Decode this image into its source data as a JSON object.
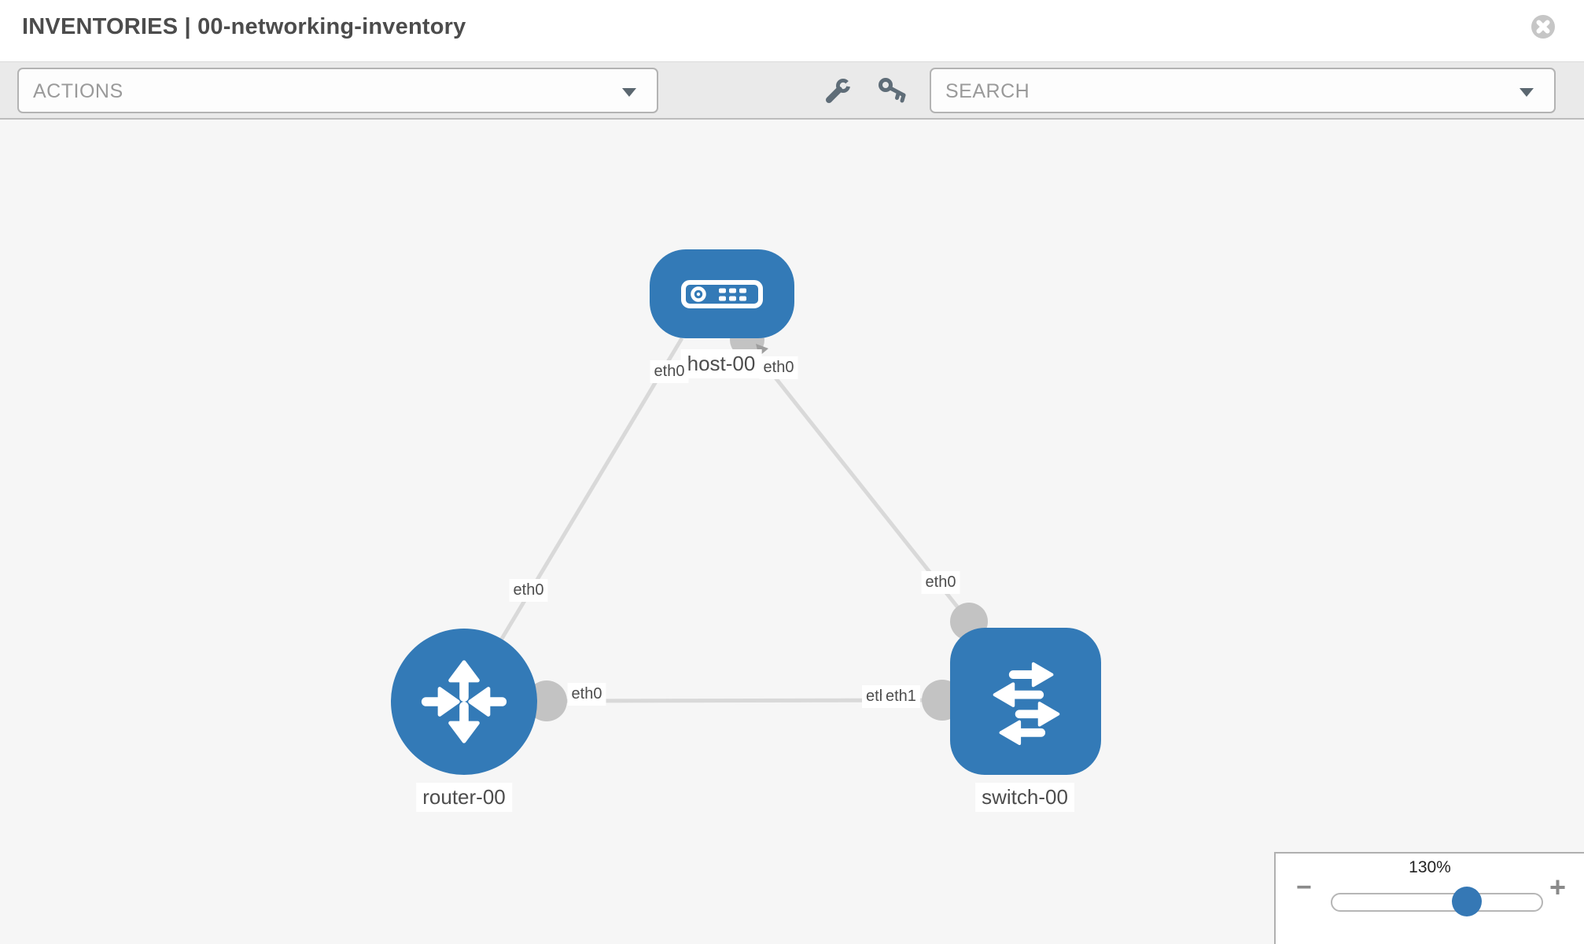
{
  "header": {
    "title": "INVENTORIES | 00-networking-inventory"
  },
  "toolbar": {
    "actions_dropdown": {
      "value": "ACTIONS"
    },
    "search_dropdown": {
      "value": "SEARCH"
    },
    "tools": [
      {
        "icon": "wrench-icon"
      },
      {
        "icon": "key-icon"
      }
    ]
  },
  "graph": {
    "nodes": [
      {
        "id": "host-00",
        "type": "host",
        "label": "host-00",
        "icon": "server-icon",
        "shape": "rounded-rect",
        "color": "#337ab7"
      },
      {
        "id": "router-00",
        "type": "router",
        "label": "router-00",
        "icon": "router-arrows-icon",
        "shape": "circle",
        "color": "#337ab7"
      },
      {
        "id": "switch-00",
        "type": "switch",
        "label": "switch-00",
        "icon": "switch-arrows-icon",
        "shape": "rounded-rect",
        "color": "#337ab7"
      }
    ],
    "links": [
      {
        "source": "host-00",
        "source_if": "eth0",
        "target": "router-00",
        "target_if": "eth0"
      },
      {
        "source": "host-00",
        "source_if": "eth0",
        "target": "switch-00",
        "target_if": "eth0"
      },
      {
        "source": "router-00",
        "source_if": "eth0",
        "target": "switch-00",
        "target_if": "eth1"
      }
    ],
    "if_labels": {
      "host_left": "eth0",
      "host_right": "eth0",
      "diag_router": "eth0",
      "diag_switch": "eth0",
      "mid_router": "eth0",
      "mid_switch_under": "eth0",
      "mid_switch": "eth1"
    },
    "colors": {
      "node_blue": "#337ab7",
      "link_gray": "#d9d9d9",
      "connector_gray": "#c3c3c3",
      "label_text": "#4d4d4d"
    }
  },
  "zoom_control": {
    "level": "130%",
    "minus": "−",
    "plus": "+"
  }
}
